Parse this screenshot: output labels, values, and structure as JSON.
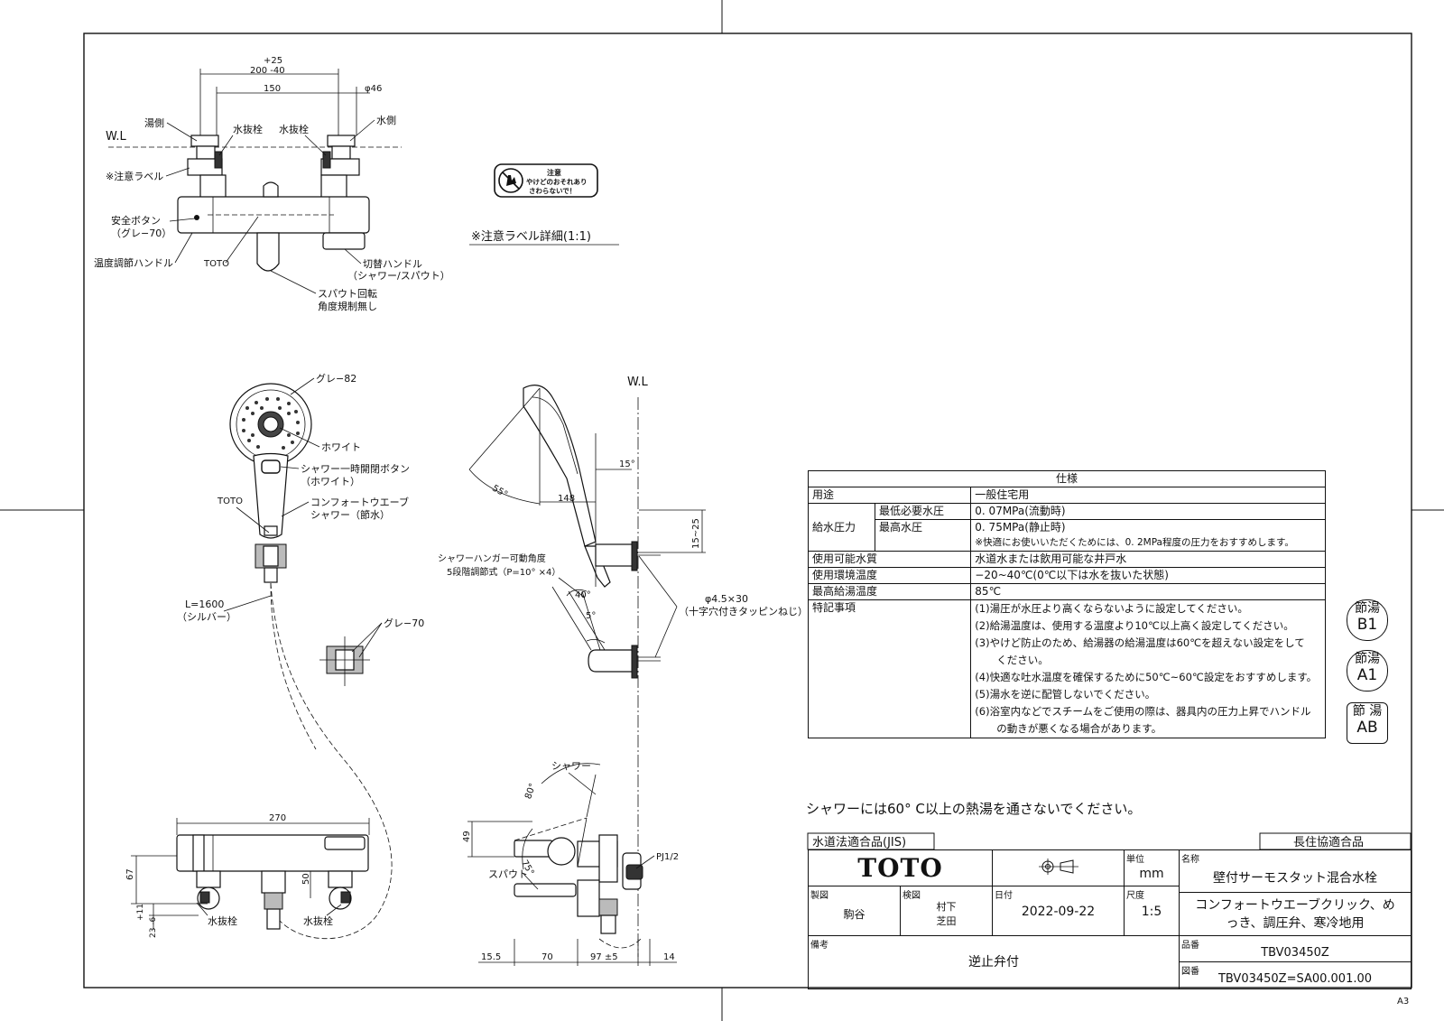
{
  "drawing": {
    "wl": "W.L",
    "dim_plus25": "+25",
    "dim_200": "200 -40",
    "dim_150": "150",
    "dim_phi46": "φ46",
    "label_hot": "湯側",
    "label_cold": "水側",
    "label_drain_left": "水抜栓",
    "label_drain_right": "水抜栓",
    "label_caution": "※注意ラベル",
    "label_safety1": "安全ボタン",
    "label_safety2": "（グレ−70）",
    "label_temp_handle": "温度調節ハンドル",
    "label_toto": "TOTO",
    "label_switch1": "切替ハンドル",
    "label_switch2": "（シャワー/スパウト）",
    "label_spout1": "スパウト回転",
    "label_spout2": "角度規制無し",
    "caution_title": "注意",
    "caution_line1": "やけどのおそれあり",
    "caution_line2": "さわらないで！",
    "caution_detail": "※注意ラベル詳細(1:1)",
    "label_grey82": "グレ−82",
    "label_white": "ホワイト",
    "label_button1": "シャワー一時開閉ボタン",
    "label_button2": "（ホワイト）",
    "label_toto2": "TOTO",
    "label_comfort1": "コンフォートウエーブ",
    "label_comfort2": "シャワー（節水）",
    "label_hose1": "L=1600",
    "label_hose2": "（シルバー）",
    "label_grey70": "グレ−70",
    "wl2": "W.L",
    "angle_15": "15°",
    "angle_55": "55°",
    "dim_148": "148",
    "dim_15_25": "15~25",
    "label_hanger1": "シャワーハンガー可動角度",
    "label_hanger2": "5段階調節式（P=10°  ×4）",
    "angle_40": "40°",
    "angle_5": "5°",
    "label_screw1": "φ4.5×30",
    "label_screw2": "（十字穴付きタッピンねじ）",
    "dim_270": "270",
    "dim_67": "67",
    "dim_11": "+11",
    "dim_23": "23 -6",
    "dim_50": "50",
    "label_drain_b1": "水抜栓",
    "label_drain_b2": "水抜栓",
    "label_shower": "シャワー",
    "angle_80": "80°",
    "angle_75": "75°",
    "dim_49": "49",
    "label_spout": "スパウト",
    "label_pj": "PJ1/2",
    "dim_155": "15.5",
    "dim_70": "70",
    "dim_97": "97 ±5",
    "dim_14": "14",
    "notice": "シャワーには60° C以上の熱湯を通さないでください。",
    "sheet_size": "A3"
  },
  "spec": {
    "header": "仕様",
    "r1_k": "用途",
    "r1_v": "一般住宅用",
    "r2_k": "給水圧力",
    "r2_sub1": "最低必要水圧",
    "r2_v1": "0. 07MPa(流動時)",
    "r2_sub2": "最高水圧",
    "r2_v2": "0. 75MPa(静止時)",
    "r2_note": "※快適にお使いいただくためには、0. 2MPa程度の圧力をおすすめします。",
    "r3_k": "使用可能水質",
    "r3_v": "水道水または飲用可能な井戸水",
    "r4_k": "使用環境温度",
    "r4_v": "−20~40℃(0℃以下は水を抜いた状態)",
    "r5_k": "最高給湯温度",
    "r5_v": "85℃",
    "r6_k": "特記事項",
    "notes": [
      "(1)湯圧が水圧より高くならないように設定してください。",
      "(2)給湯温度は、使用する温度より10℃以上高く設定してください。",
      "(3)やけど防止のため、給湯器の給湯温度は60℃を超えない設定をして",
      "ください。",
      "(4)快適な吐水温度を確保するために50℃~60℃設定をおすすめします。",
      "(5)湯水を逆に配管しないでください。",
      "(6)浴室内などでスチームをご使用の際は、器具内の圧力上昇でハンドル",
      "の動きが悪くなる場合があります。"
    ]
  },
  "stamps": [
    {
      "top": "節湯",
      "bottom": "B1"
    },
    {
      "top": "節湯",
      "bottom": "A1"
    },
    {
      "top": "節 湯",
      "bottom": "AB"
    }
  ],
  "titleblock": {
    "jis": "水道法適合品(JIS)",
    "choju": "長住協適合品",
    "logo": "TOTO",
    "unit_cap": "単位",
    "unit": "mm",
    "name_cap": "名称",
    "name1": "壁付サーモスタット混合水栓",
    "name2": "コンフォートウエーブクリック、め",
    "name3": "っき、調圧弁、寒冷地用",
    "drawn_cap": "製図",
    "drawn": "駒谷",
    "check_cap": "検図",
    "check1": "村下",
    "check2": "芝田",
    "date_cap": "日付",
    "date": "2022-09-22",
    "scale_cap": "尺度",
    "scale": "1:5",
    "part_cap": "品番",
    "part": "TBV03450Z",
    "remark_cap": "備考",
    "remark": "逆止弁付",
    "dwg_cap": "図番",
    "dwg": "TBV03450Z=SA00.001.00"
  }
}
